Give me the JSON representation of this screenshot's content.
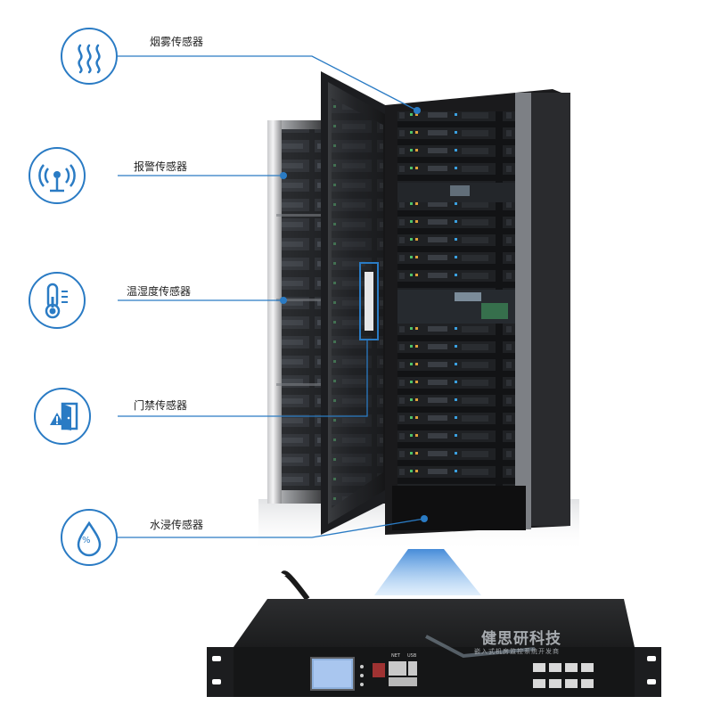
{
  "sensors": [
    {
      "label": "烟雾传感器",
      "icon": "smoke-icon"
    },
    {
      "label": "报警传感器",
      "icon": "alarm-antenna-icon"
    },
    {
      "label": "温湿度传感器",
      "icon": "thermometer-icon"
    },
    {
      "label": "门禁传感器",
      "icon": "door-warning-icon"
    },
    {
      "label": "水浸传感器",
      "icon": "water-drop-icon"
    }
  ],
  "device": {
    "port_labels_top": [
      "NET",
      "USB"
    ],
    "percent_symbol": "%"
  },
  "watermark": {
    "brand": "健思研科技",
    "tagline": "嵌入式机房监控系统开发商"
  },
  "colors": {
    "accent": "#2a7bc4",
    "cabinet": "#1b1b1d",
    "device": "#161617"
  }
}
